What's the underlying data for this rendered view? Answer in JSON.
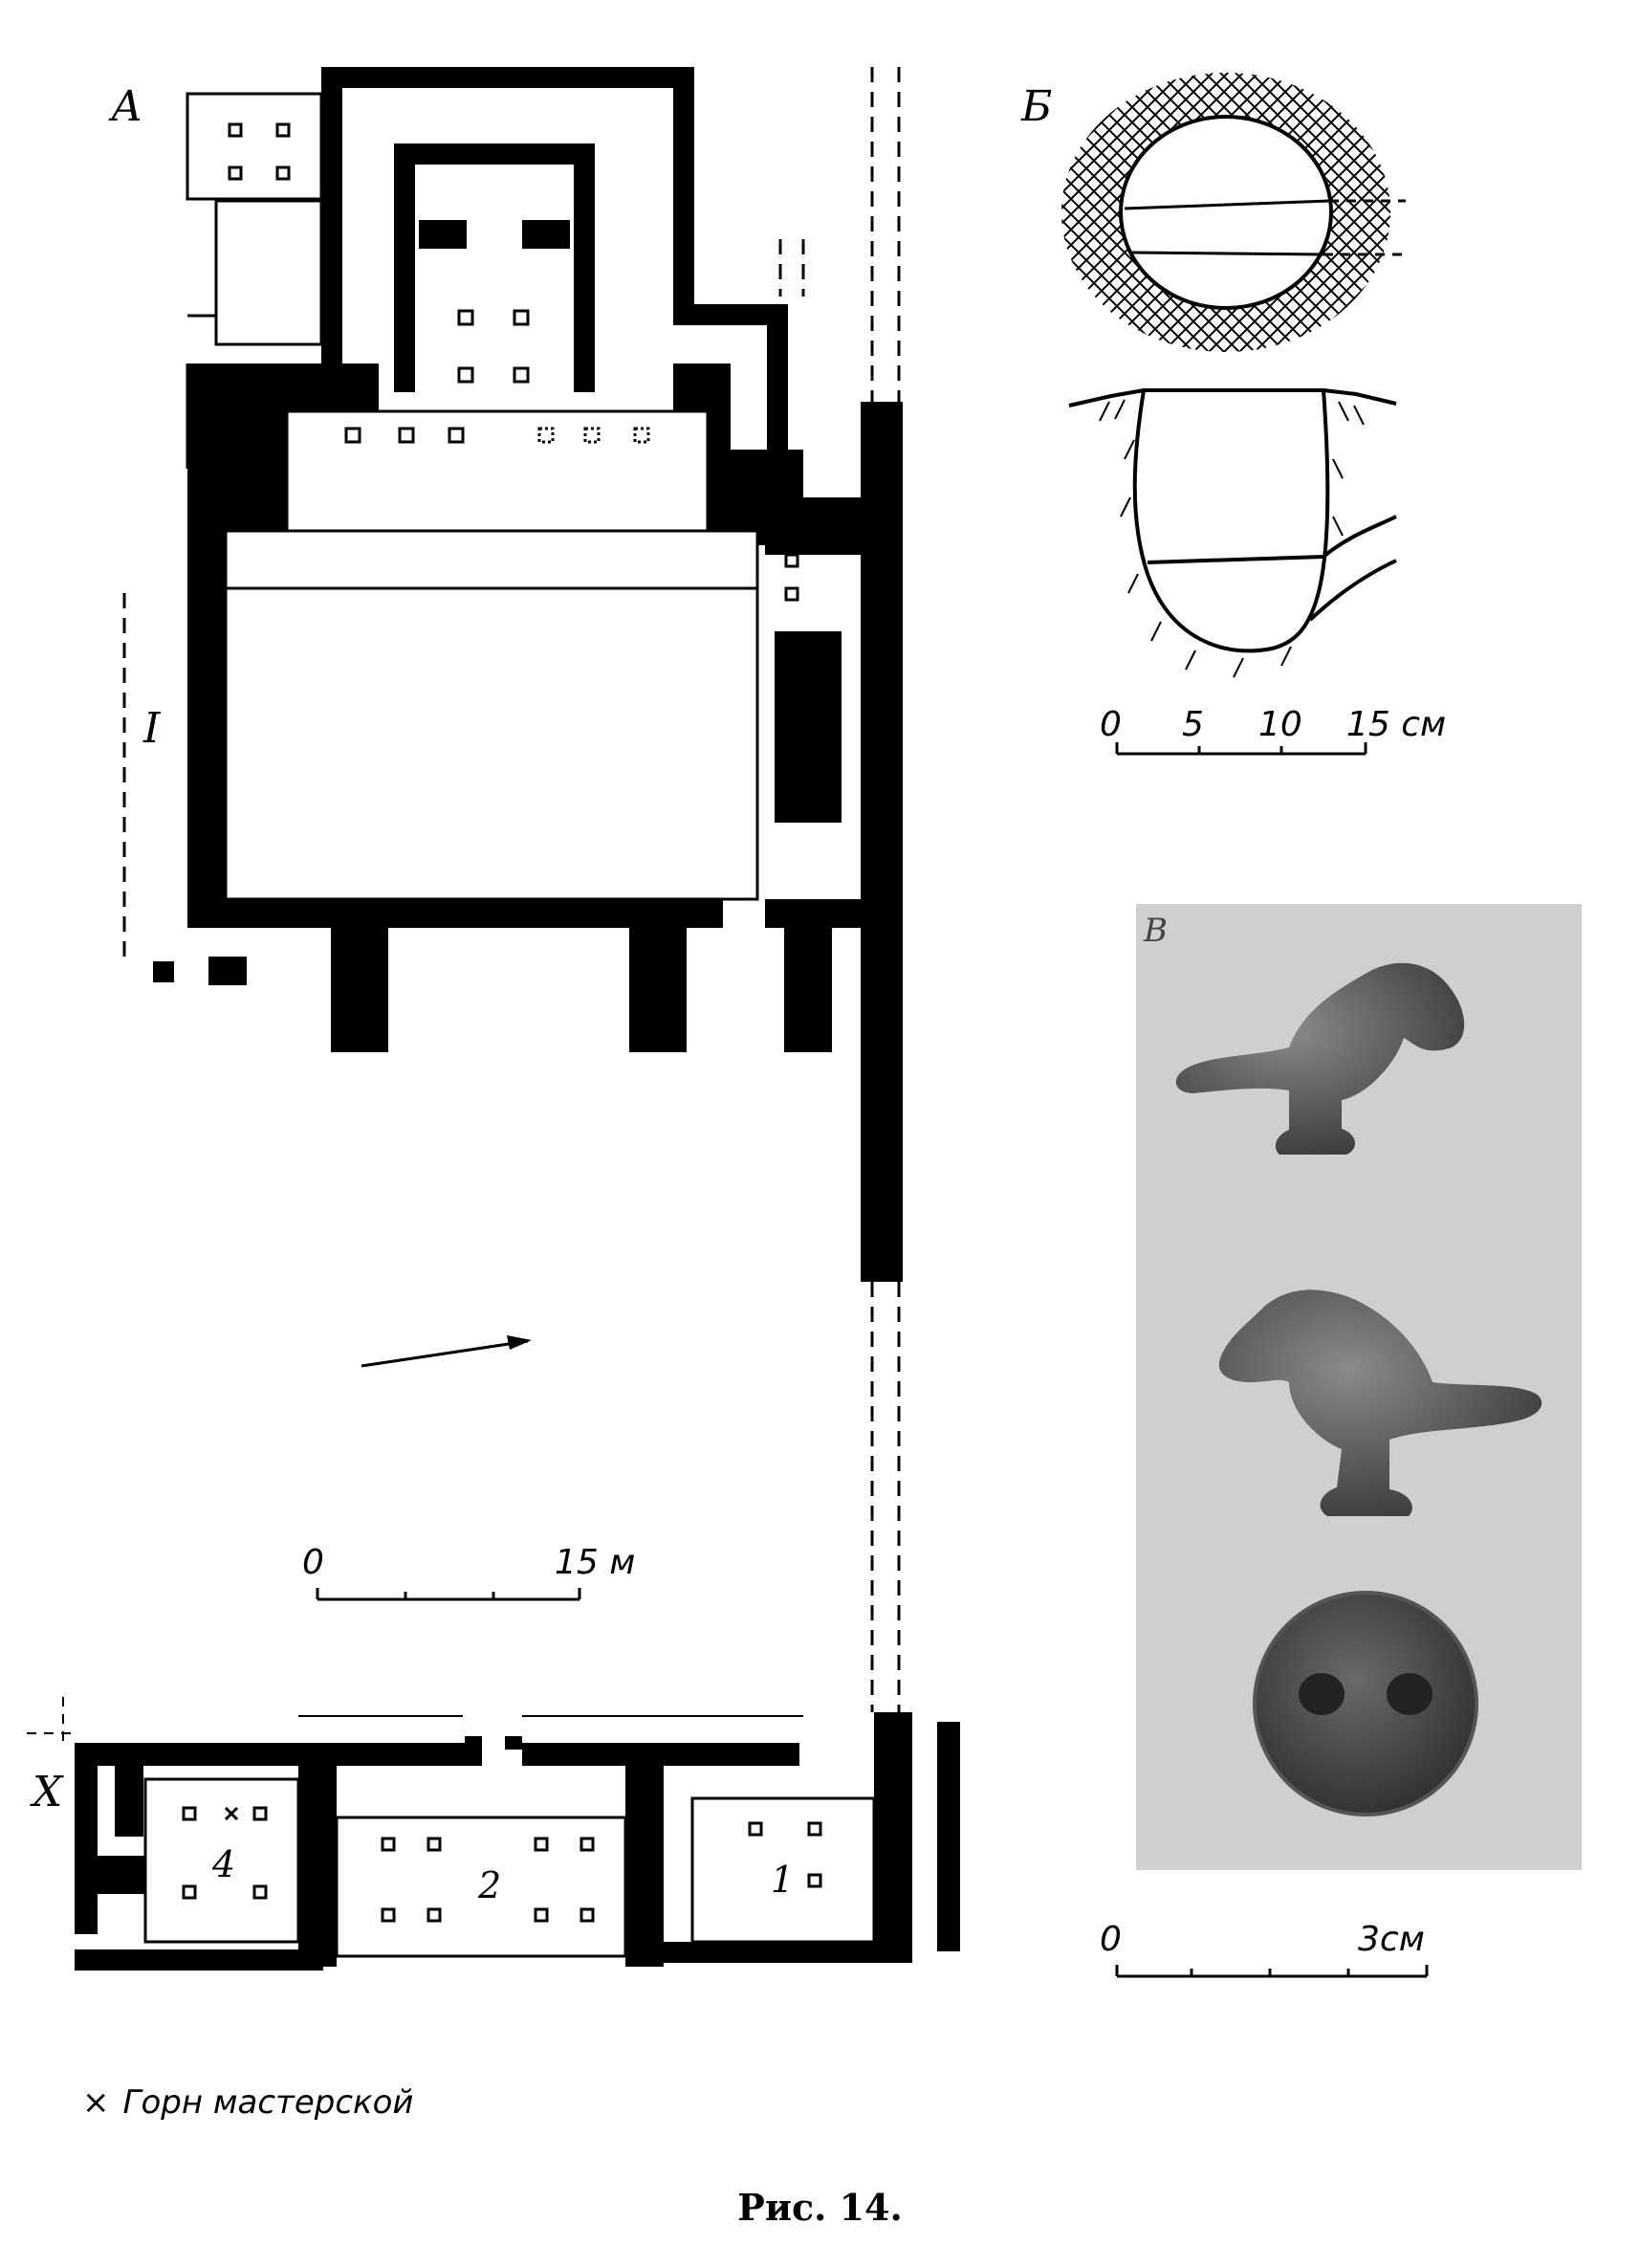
{
  "labels": {
    "panel_a": "А",
    "panel_b": "Б",
    "panel_v": "В",
    "room_I": "I",
    "room_X": "X",
    "room_1": "1",
    "room_2": "2",
    "room_4": "4"
  },
  "scales": {
    "plan": {
      "zero": "0",
      "end": "15 м"
    },
    "pit": {
      "t0": "0",
      "t1": "5",
      "t2": "10",
      "t3": "15 см"
    },
    "photo": {
      "zero": "0",
      "end": "3см"
    }
  },
  "legend": {
    "marker": "×",
    "text": "Горн мастерской"
  },
  "caption": "Рис. 14."
}
